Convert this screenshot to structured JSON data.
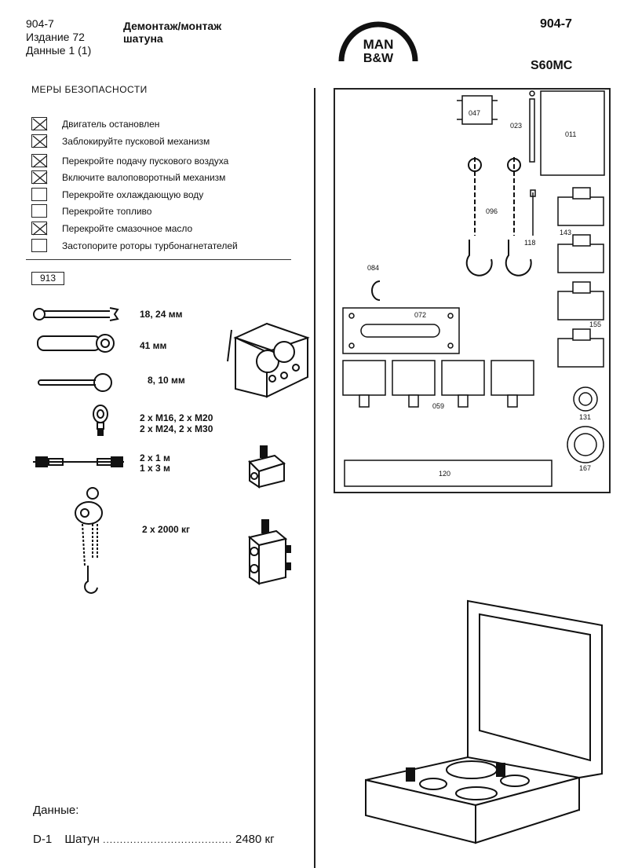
{
  "header": {
    "doc_no": "904-7",
    "edition": "Издание 72",
    "data": "Данные 1 (1)",
    "title_line1": "Демонтаж/монтаж",
    "title_line2": "шатуна",
    "doc_no_right": "904-7",
    "engine": "S60MC",
    "logo_top": "MAN",
    "logo_bottom": "B&W"
  },
  "safety": {
    "title": "МЕРЫ БЕЗОПАСНОСТИ",
    "items": [
      {
        "label": "Двигатель остановлен",
        "checked": true
      },
      {
        "label": "Заблокируйте пусковой механизм",
        "checked": true
      },
      {
        "label": "Перекройте подачу пускового воздуха",
        "checked": true
      },
      {
        "label": "Включите валоповоротный механизм",
        "checked": true
      },
      {
        "label": "Перекройте охлаждающую воду",
        "checked": false
      },
      {
        "label": "Перекройте топливо",
        "checked": false
      },
      {
        "label": "Перекройте смазочное масло",
        "checked": true
      },
      {
        "label": "Застопорите роторы турбонагнетателей",
        "checked": false
      }
    ]
  },
  "tools": {
    "box_code": "913",
    "wrench": "18, 24  мм",
    "ring_spanner": "41  мм",
    "tommy_bar": "8, 10  мм",
    "eye_bolt_1": "2 x M16, 2 x M20",
    "eye_bolt_2": "2 x M24, 2 x M30",
    "hose_1": "2 x 1  м",
    "hose_2": "1 x 3  м",
    "hoist": "2 x 2000  кг"
  },
  "parts": {
    "p047": "047",
    "p023": "023",
    "p011": "011",
    "p096": "096",
    "p118": "118",
    "p143": "143",
    "p084": "084",
    "p072": "072",
    "p155": "155",
    "p059": "059",
    "p131": "131",
    "p120": "120",
    "p167": "167"
  },
  "footer": {
    "data_label": "Данные:",
    "item_code": "D-1",
    "item_name": "Шатун",
    "leader": "......................................",
    "item_value": "2480 кг"
  }
}
